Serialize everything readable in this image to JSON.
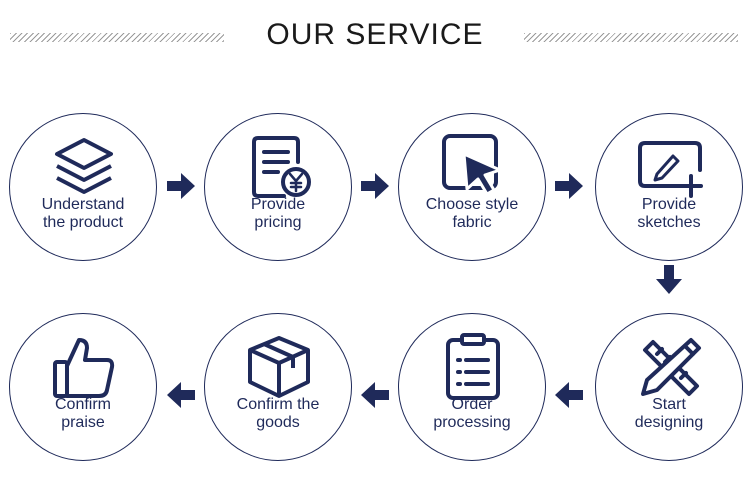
{
  "title": "OUR SERVICE",
  "colors": {
    "accent": "#1f2a5a",
    "hatch": "#9a9a9a"
  },
  "steps": [
    {
      "line1": "Understand",
      "line2": "the product",
      "icon": "layers-icon"
    },
    {
      "line1": "Provide",
      "line2": "pricing",
      "icon": "price-document-icon"
    },
    {
      "line1": "Choose style",
      "line2": "fabric",
      "icon": "cursor-select-icon"
    },
    {
      "line1": "Provide",
      "line2": "sketches",
      "icon": "sketch-board-icon"
    },
    {
      "line1": "Start",
      "line2": "designing",
      "icon": "pencil-ruler-icon"
    },
    {
      "line1": "Order",
      "line2": "processing",
      "icon": "clipboard-list-icon"
    },
    {
      "line1": "Confirm the",
      "line2": "goods",
      "icon": "package-box-icon"
    },
    {
      "line1": "Confirm",
      "line2": "praise",
      "icon": "thumbs-up-icon"
    }
  ]
}
